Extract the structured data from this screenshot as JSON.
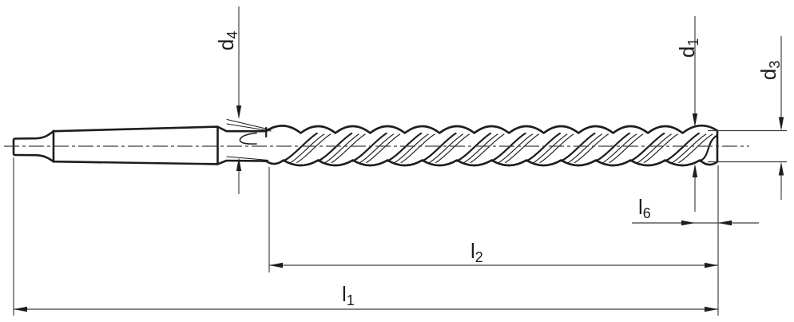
{
  "drawing": {
    "background_color": "#ffffff",
    "outline_color": "#1d1d1b",
    "dimension_line_color": "#3d3d3d",
    "text_color": "#1d1d1b",
    "dimension_labels": {
      "d4": {
        "base": "d",
        "sub": "4"
      },
      "d1": {
        "base": "d",
        "sub": "1"
      },
      "d3": {
        "base": "d",
        "sub": "3"
      },
      "l6": {
        "base": "l",
        "sub": "6"
      },
      "l2": {
        "base": "l",
        "sub": "2"
      },
      "l1": {
        "base": "l",
        "sub": "1"
      }
    }
  }
}
